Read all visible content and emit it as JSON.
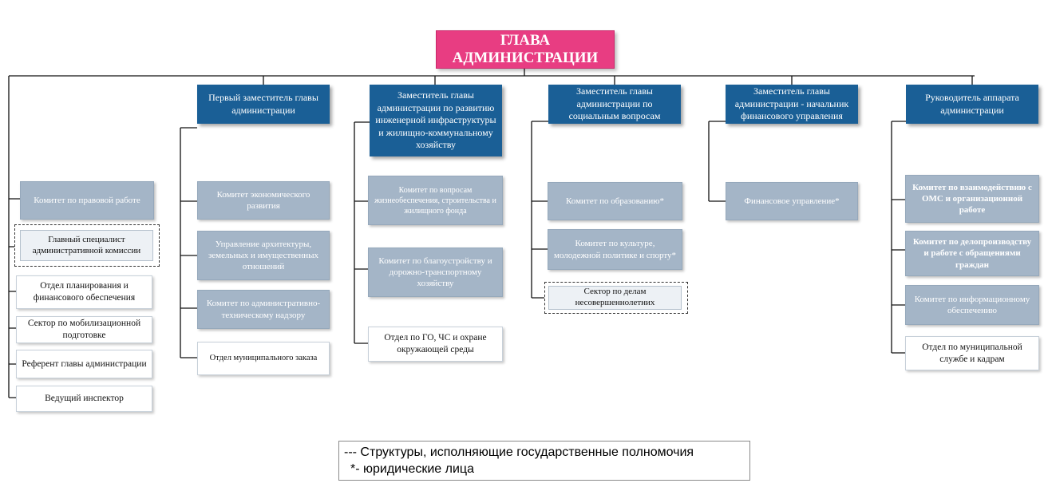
{
  "head": "ГЛАВА АДМИНИСТРАЦИИ",
  "deputies": [
    "Первый заместитель главы администрации",
    "Заместитель главы администрации по развитию инженерной инфраструктуры и жилищно-коммунальному хозяйству",
    "Заместитель главы администрации по социальным вопросам",
    "Заместитель главы администрации - начальник финансового управления",
    "Руководитель аппарата администрации"
  ],
  "head_units": [
    "Комитет по правовой работе",
    "Главный специалист административной комиссии",
    "Отдел планирования и финансового обеспечения",
    "Сектор по мобилизационной подготовке",
    "Референт главы администрации",
    "Ведущий инспектор"
  ],
  "first_deputy_units": [
    "Комитет экономического развития",
    "Управление архитектуры, земельных и имущественных отношений",
    "Комитет по административно-техническому надзору",
    "Отдел муниципального заказа"
  ],
  "infrastructure_units": [
    "Комитет по вопросам жизнеобеспечения, строительства и жилищного фонда",
    "Комитет по благоустройству и дорожно-транспортному хозяйству",
    "Отдел по ГО, ЧС и охране окружающей среды"
  ],
  "social_units": [
    "Комитет по образованию*",
    "Комитет по культуре, молодежной политике и спорту*",
    "Сектор по делам несовершеннолетних"
  ],
  "finance_units": [
    "Финансовое управление*"
  ],
  "apparatus_units": [
    "Комитет по взаимодействию с ОМС и организационной работе",
    "Комитет по делопроизводству и работе с обращениями граждан",
    "Комитет по информационному обеспечению",
    "Отдел по муниципальной службе и кадрам"
  ],
  "legend": {
    "line1": "--- Структуры, исполняющие государственные полномочия",
    "line2": "*- юридические лица"
  },
  "colors": {
    "head": "#e83d82",
    "deputy": "#1a5f96",
    "unit": "#a4b5c7",
    "line": "#111111"
  }
}
